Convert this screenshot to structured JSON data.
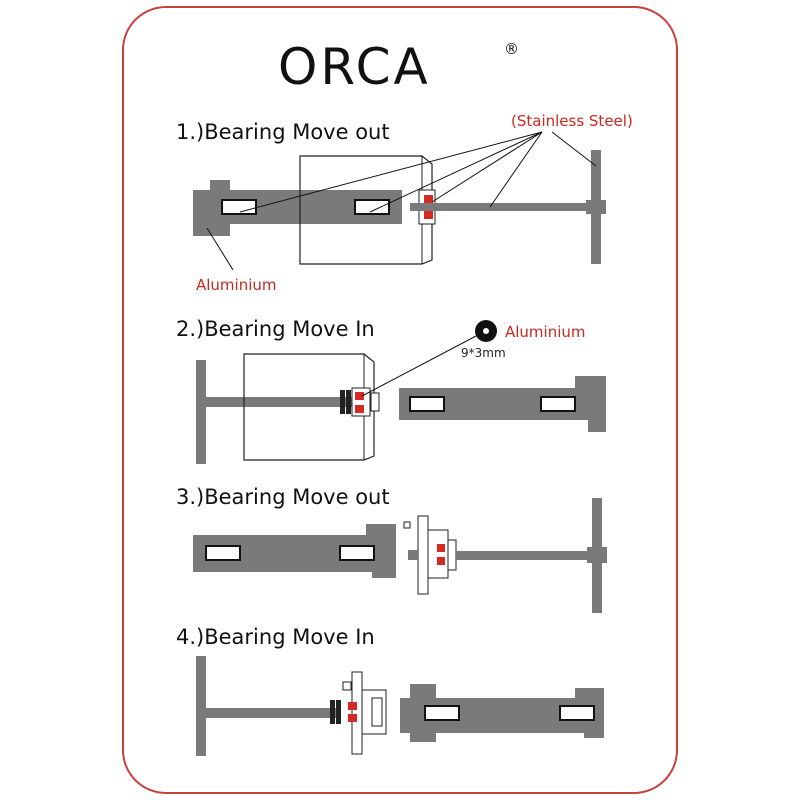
{
  "brand": {
    "name": "ORCA",
    "registered_mark": "®"
  },
  "steps": [
    {
      "title": "1.)Bearing Move out"
    },
    {
      "title": "2.)Bearing Move In"
    },
    {
      "title": "3.)Bearing Move out"
    },
    {
      "title": "4.)Bearing Move In"
    }
  ],
  "callouts": {
    "stainless": "(Stainless Steel)",
    "aluminium_1": "Aluminium",
    "aluminium_2": "Aluminium",
    "washer_size": "9*3mm"
  },
  "colors": {
    "frame": "#c8403c",
    "tool": "#7a7a7a",
    "bearing": "#d42a24",
    "label_red": "#c8281e"
  }
}
